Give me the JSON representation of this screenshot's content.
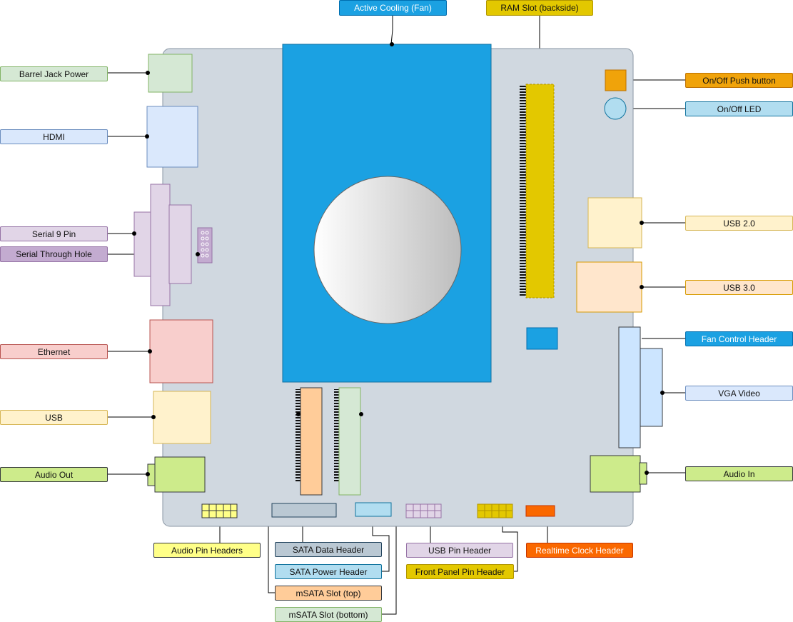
{
  "labels": {
    "active_cooling": "Active Cooling (Fan)",
    "ram_slot": "RAM Slot (backside)",
    "barrel_jack": "Barrel Jack Power",
    "hdmi": "HDMI",
    "serial_9pin": "Serial 9 Pin",
    "serial_through_hole": "Serial Through Hole",
    "ethernet": "Ethernet",
    "usb": "USB",
    "audio_out": "Audio Out",
    "onoff_button": "On/Off Push button",
    "onoff_led": "On/Off LED",
    "usb2": "USB 2.0",
    "usb3": "USB 3.0",
    "fan_control": "Fan Control Header",
    "vga": "VGA Video",
    "audio_in": "Audio In",
    "audio_pin_headers": "Audio Pin Headers",
    "sata_data": "SATA Data Header",
    "sata_power": "SATA Power Header",
    "msata_top": "mSATA Slot (top)",
    "msata_bottom": "mSATA Slot (bottom)",
    "usb_pin_header": "USB Pin Header",
    "front_panel": "Front Panel Pin Header",
    "rtc_header": "Realtime Clock Header"
  },
  "colors": {
    "board": "#d0d8e0",
    "fan_block": "#1ba1e2",
    "fan_disc": "#d8d8d8",
    "ram": "#e3c800",
    "green": "#d5e8d4",
    "blue": "#dae8fc",
    "purple": "#e1d5e7",
    "dark_purple": "#c3abd0",
    "red": "#f8cecc",
    "yellow_light": "#fff2cc",
    "orange_light": "#ffe6cc",
    "lime": "#cdeb8b",
    "orange": "#f0a30a",
    "cyan": "#b1ddf0",
    "peach": "#ffcc99",
    "bright_yellow": "#ffff88",
    "grey_blue": "#bac8d3",
    "vga_blue": "#cce5ff",
    "realtime_orange": "#fa6800"
  }
}
